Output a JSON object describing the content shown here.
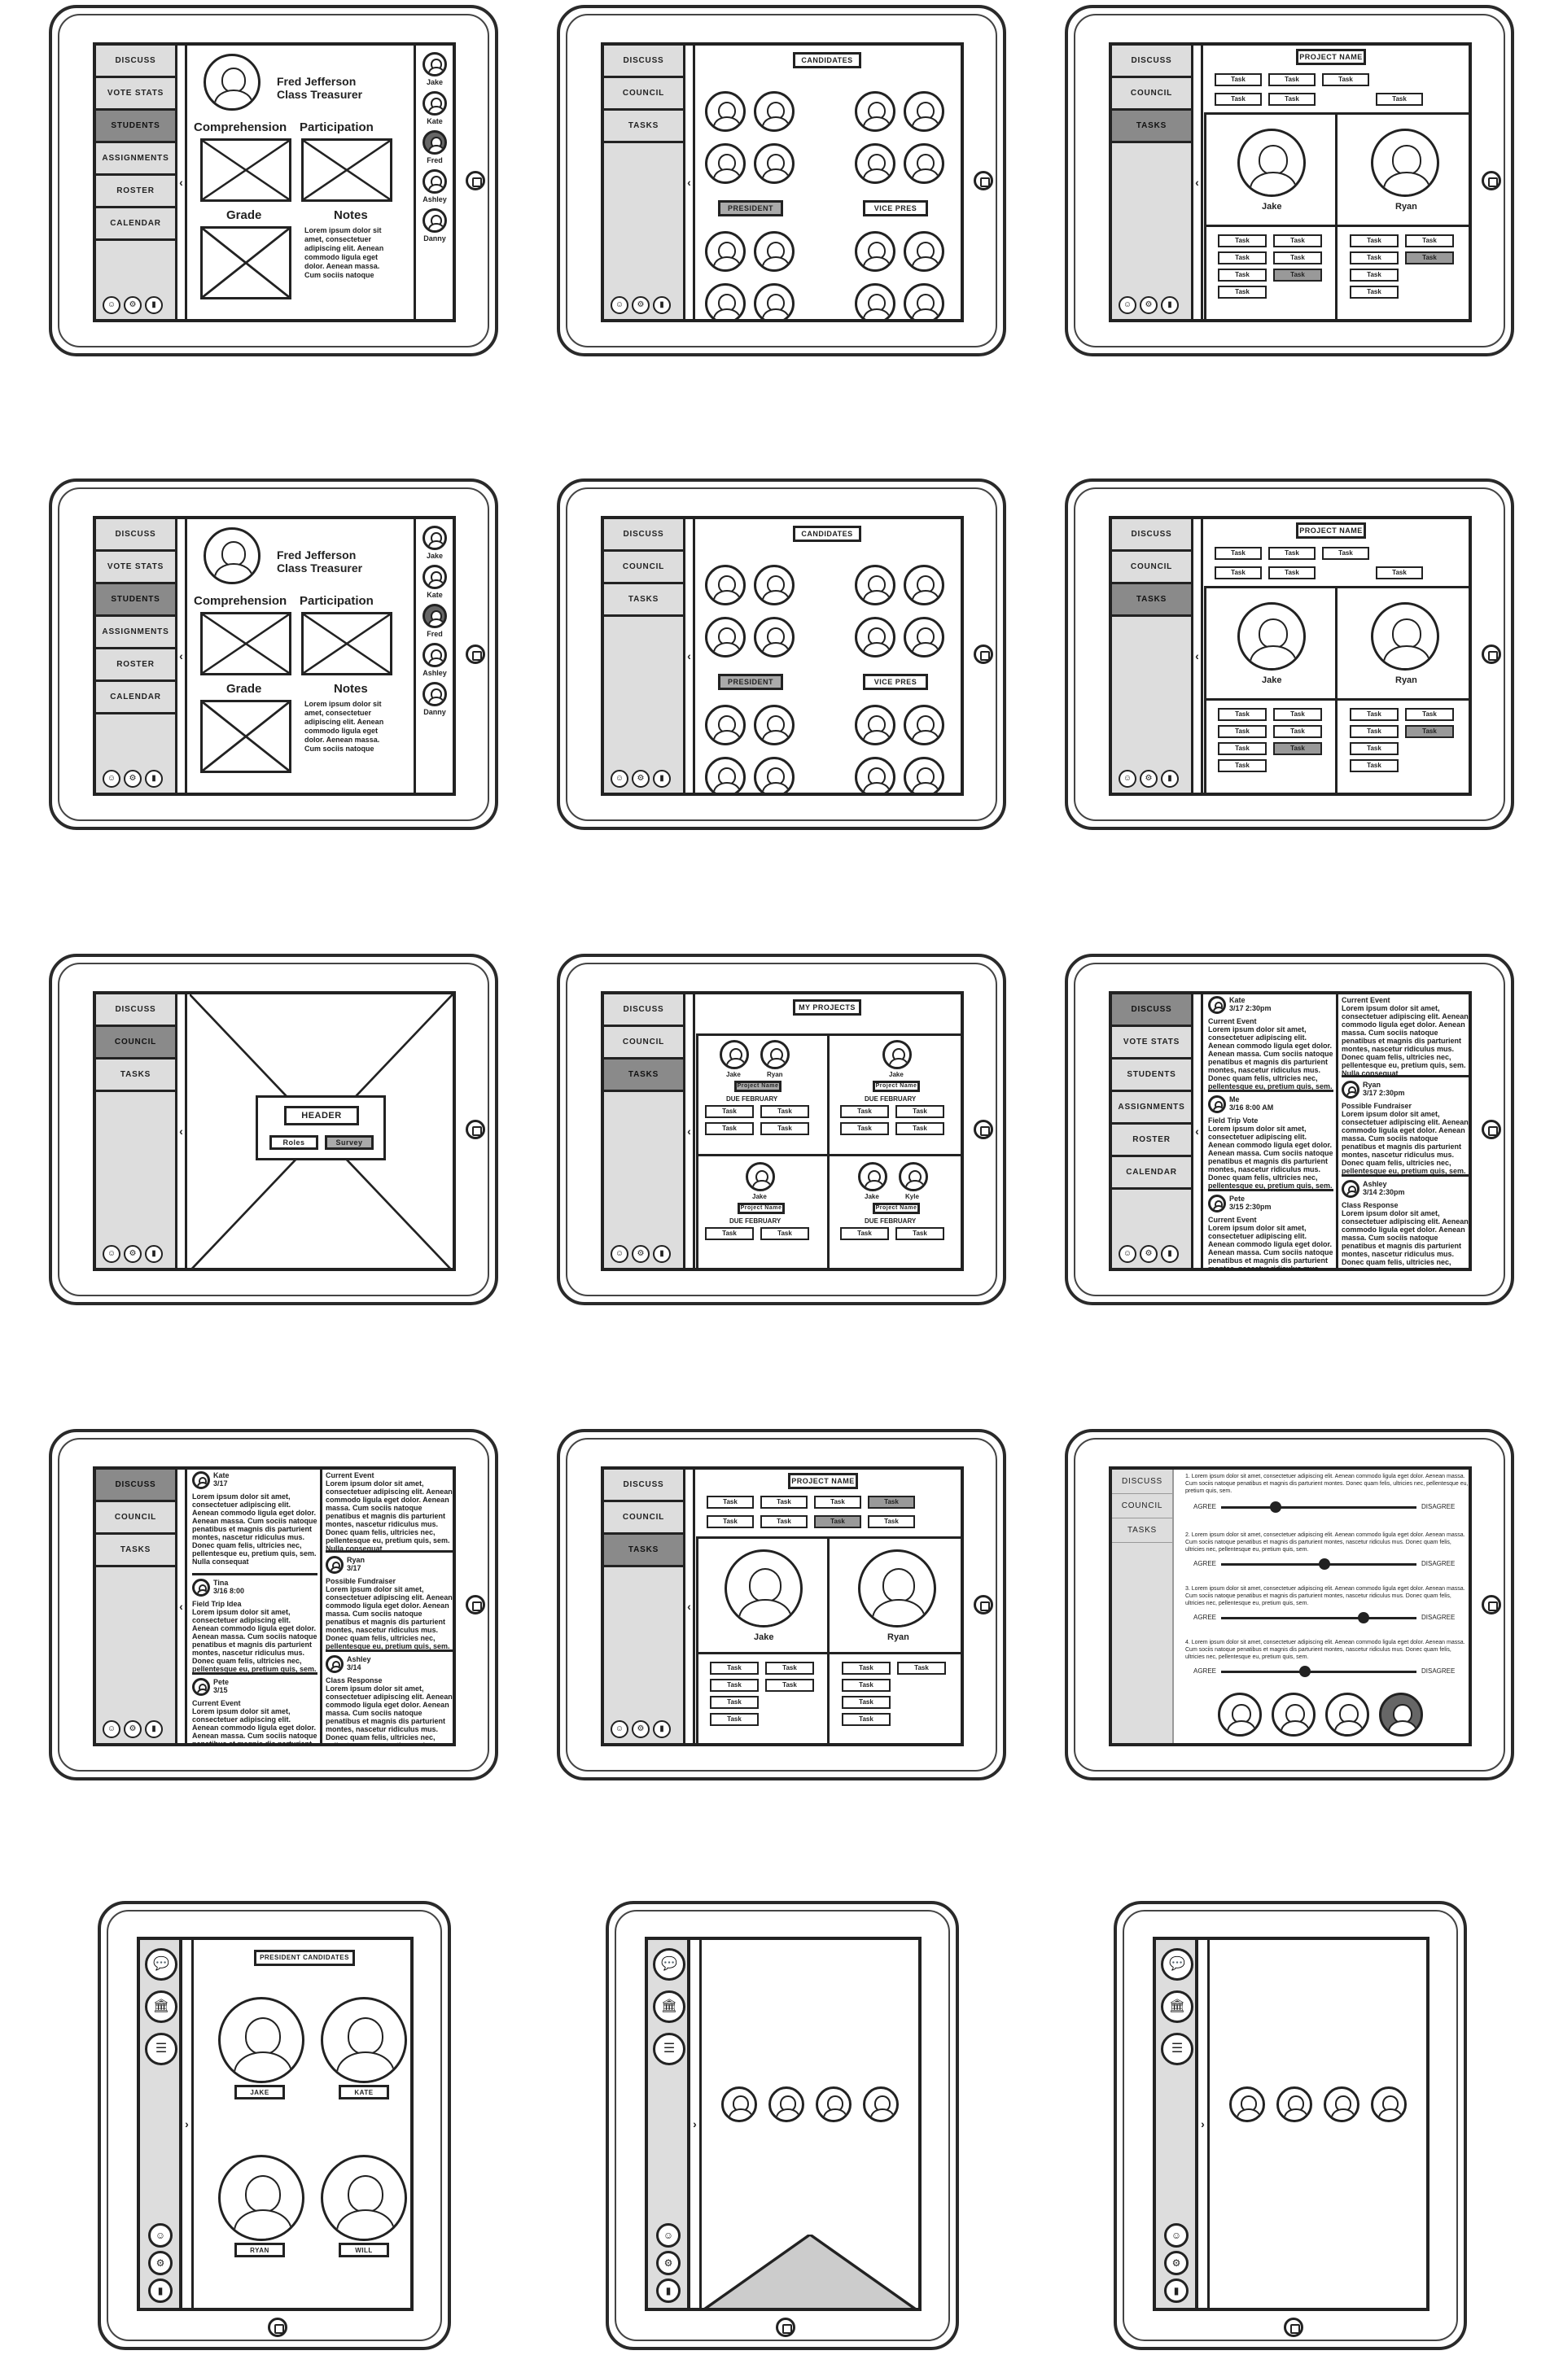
{
  "nav": {
    "discuss": "DISCUSS",
    "vote_stats": "VOTE STATS",
    "students": "STUDENTS",
    "assignments": "ASSIGNMENTS",
    "roster": "ROSTER",
    "calendar": "CALENDAR",
    "council": "COUNCIL",
    "tasks": "TASKS"
  },
  "profile": {
    "name": "Fred Jefferson",
    "role": "Class Treasurer",
    "comprehension": "Comprehension",
    "participation": "Participation",
    "grade": "Grade",
    "notes": "Notes",
    "notes_text": "Lorem ipsum dolor sit amet, consectetuer adipiscing elit. Aenean commodo ligula eget dolor. Aenean massa. Cum sociis natoque"
  },
  "roster": [
    "Jake",
    "Kate",
    "Fred",
    "Ashley",
    "Danny"
  ],
  "candidates": {
    "title": "CANDIDATES",
    "president": "PRESIDENT",
    "vice_pres": "VICE PRES"
  },
  "project": {
    "name": "PROJECT NAME",
    "task": "Task",
    "jake": "Jake",
    "ryan": "Ryan"
  },
  "modal": {
    "header": "HEADER",
    "roles": "Roles",
    "survey": "Survey"
  },
  "my_projects": {
    "title": "MY PROJECTS",
    "project_name": "Project Name",
    "due": "DUE FEBRUARY",
    "names": [
      "Jake",
      "Ryan",
      "Jake",
      "Jake",
      "Jake",
      "Kyle"
    ]
  },
  "feed": [
    {
      "author": "Kate",
      "date": "3/17 2:30pm",
      "title": "Current Event"
    },
    {
      "author": "Me",
      "date": "3/16 8:00 AM",
      "title": "Field Trip Vote"
    },
    {
      "author": "Pete",
      "date": "3/15 2:30pm",
      "title": "Current Event"
    },
    {
      "author": "Ryan",
      "date": "3/17 2:30pm",
      "title": "Possible Fundraiser"
    },
    {
      "author": "Ashley",
      "date": "3/14 2:30pm",
      "title": "Class Response"
    }
  ],
  "feed_b": [
    {
      "author": "Kate",
      "date": "3/17",
      "title": "Current Event"
    },
    {
      "author": "Tina",
      "date": "3/16 8:00",
      "title": "Field Trip Idea"
    },
    {
      "author": "Pete",
      "date": "3/15",
      "title": "Current Event"
    },
    {
      "author": "Ryan",
      "date": "3/17",
      "title": "Possible Fundraiser"
    },
    {
      "author": "Ashley",
      "date": "3/14",
      "title": "Class Response"
    }
  ],
  "lorem": "Lorem ipsum dolor sit amet, consectetuer adipiscing elit. Aenean commodo ligula eget dolor. Aenean massa. Cum sociis natoque penatibus et magnis dis parturient montes, nascetur ridiculus mus. Donec quam felis, ultricies nec, pellentesque eu, pretium quis, sem. Nulla consequat",
  "survey": {
    "agree": "AGREE",
    "disagree": "DISAGREE",
    "q1": "1. Lorem ipsum dolor sit amet, consectetuer adipiscing elit. Aenean commodo ligula eget dolor. Aenean massa. Cum sociis natoque penatibus et magnis dis parturient montes. Donec quam felis, ultricies nec, pellentesque eu, pretium quis, sem.",
    "q2": "2. Lorem ipsum dolor sit amet, consectetuer adipiscing elit. Aenean commodo ligula eget dolor. Aenean massa. Cum sociis natoque penatibus et magnis dis parturient montes, nascetur ridiculus mus. Donec quam felis, ultricies nec, pellentesque eu, pretium quis, sem.",
    "q3": "3. Lorem ipsum dolor sit amet, consectetuer adipiscing elit. Aenean commodo ligula eget dolor. Aenean massa. Cum sociis natoque penatibus et magnis dis parturient montes, nascetur ridiculus mus. Donec quam felis, ultricies nec, pellentesque eu, pretium quis, sem.",
    "q4": "4. Lorem ipsum dolor sit amet, consectetuer adipiscing elit. Aenean commodo ligula eget dolor. Aenean massa. Cum sociis natoque penatibus et magnis dis parturient montes, nascetur ridiculus mus. Donec quam felis, ultricies nec, pellentesque eu, pretium quis, sem.",
    "levels": [
      0.25,
      0.5,
      0.7,
      0.4
    ]
  },
  "president_candidates": {
    "title": "PRESIDENT CANDIDATES",
    "names": [
      "JAKE",
      "KATE",
      "RYAN",
      "WILL"
    ]
  }
}
